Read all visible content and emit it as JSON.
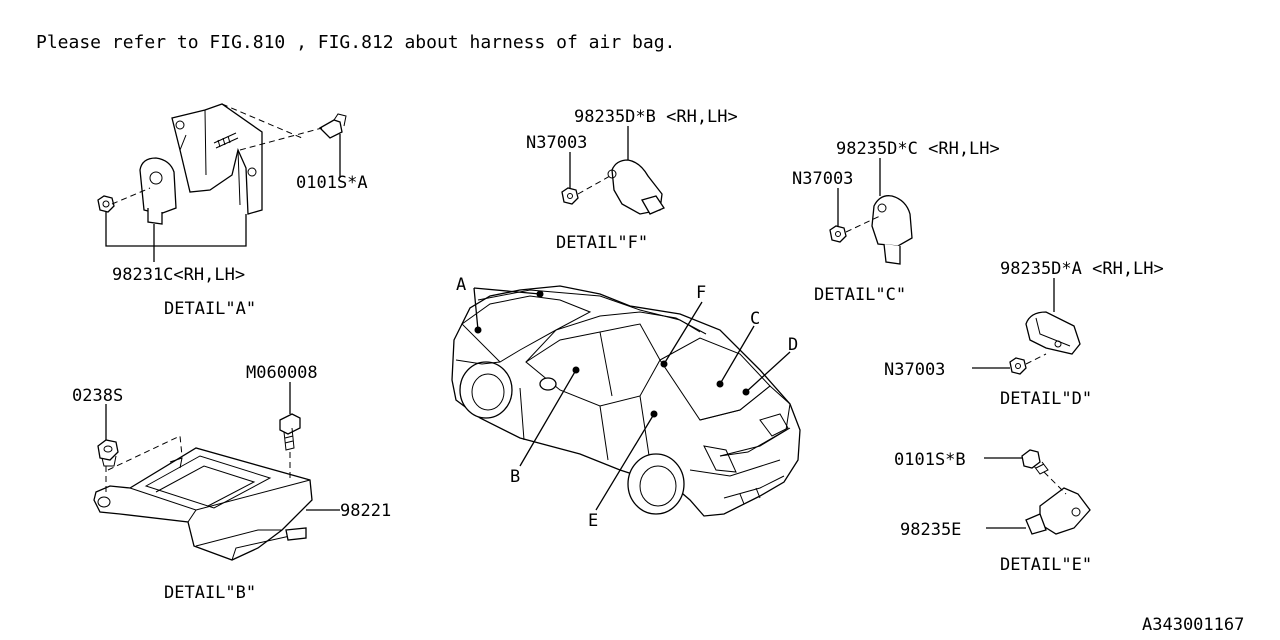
{
  "note": "Please refer to FIG.810 , FIG.812 about harness of air bag.",
  "figure_code": "A343001167",
  "details": {
    "A": {
      "title": "DETAIL\"A\"",
      "labels": {
        "bolt": "0101S*A",
        "sensor": "98231C<RH,LH>"
      }
    },
    "B": {
      "title": "DETAIL\"B\"",
      "labels": {
        "nut": "0238S",
        "bolt": "M060008",
        "unit": "98221"
      }
    },
    "C": {
      "title": "DETAIL\"C\"",
      "labels": {
        "sensor": "98235D*C <RH,LH>",
        "nut": "N37003"
      }
    },
    "D": {
      "title": "DETAIL\"D\"",
      "labels": {
        "sensor": "98235D*A <RH,LH>",
        "nut": "N37003"
      }
    },
    "E": {
      "title": "DETAIL\"E\"",
      "labels": {
        "bolt": "0101S*B",
        "sensor": "98235E"
      }
    },
    "F": {
      "title": "DETAIL\"F\"",
      "labels": {
        "sensor": "98235D*B <RH,LH>",
        "nut": "N37003"
      }
    }
  },
  "car_callouts": [
    "A",
    "B",
    "C",
    "D",
    "E",
    "F"
  ]
}
